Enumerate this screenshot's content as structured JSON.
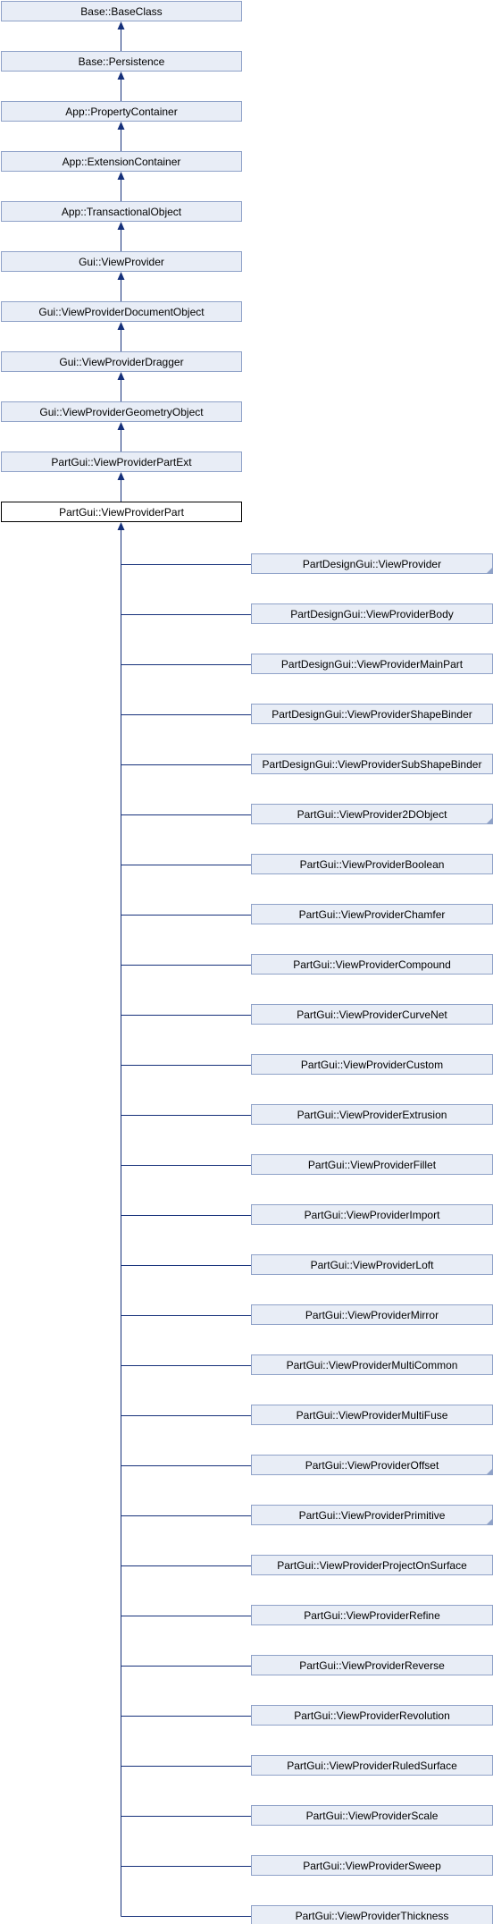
{
  "inheritance_chain": [
    {
      "label": "Base::BaseClass",
      "linked": true
    },
    {
      "label": "Base::Persistence",
      "linked": true
    },
    {
      "label": "App::PropertyContainer",
      "linked": true
    },
    {
      "label": "App::ExtensionContainer",
      "linked": true
    },
    {
      "label": "App::TransactionalObject",
      "linked": true
    },
    {
      "label": "Gui::ViewProvider",
      "linked": true
    },
    {
      "label": "Gui::ViewProviderDocumentObject",
      "linked": true
    },
    {
      "label": "Gui::ViewProviderDragger",
      "linked": true
    },
    {
      "label": "Gui::ViewProviderGeometryObject",
      "linked": true
    },
    {
      "label": "PartGui::ViewProviderPartExt",
      "linked": true
    }
  ],
  "current_class": {
    "label": "PartGui::ViewProviderPart"
  },
  "derived_classes": [
    {
      "label": "PartDesignGui::ViewProvider",
      "has_subclasses": true
    },
    {
      "label": "PartDesignGui::ViewProviderBody",
      "has_subclasses": false
    },
    {
      "label": "PartDesignGui::ViewProviderMainPart",
      "has_subclasses": false
    },
    {
      "label": "PartDesignGui::ViewProviderShapeBinder",
      "has_subclasses": false
    },
    {
      "label": "PartDesignGui::ViewProviderSubShapeBinder",
      "has_subclasses": false
    },
    {
      "label": "PartGui::ViewProvider2DObject",
      "has_subclasses": true
    },
    {
      "label": "PartGui::ViewProviderBoolean",
      "has_subclasses": false
    },
    {
      "label": "PartGui::ViewProviderChamfer",
      "has_subclasses": false
    },
    {
      "label": "PartGui::ViewProviderCompound",
      "has_subclasses": false
    },
    {
      "label": "PartGui::ViewProviderCurveNet",
      "has_subclasses": false
    },
    {
      "label": "PartGui::ViewProviderCustom",
      "has_subclasses": false
    },
    {
      "label": "PartGui::ViewProviderExtrusion",
      "has_subclasses": false
    },
    {
      "label": "PartGui::ViewProviderFillet",
      "has_subclasses": false
    },
    {
      "label": "PartGui::ViewProviderImport",
      "has_subclasses": false
    },
    {
      "label": "PartGui::ViewProviderLoft",
      "has_subclasses": false
    },
    {
      "label": "PartGui::ViewProviderMirror",
      "has_subclasses": false
    },
    {
      "label": "PartGui::ViewProviderMultiCommon",
      "has_subclasses": false
    },
    {
      "label": "PartGui::ViewProviderMultiFuse",
      "has_subclasses": false
    },
    {
      "label": "PartGui::ViewProviderOffset",
      "has_subclasses": true
    },
    {
      "label": "PartGui::ViewProviderPrimitive",
      "has_subclasses": true
    },
    {
      "label": "PartGui::ViewProviderProjectOnSurface",
      "has_subclasses": false
    },
    {
      "label": "PartGui::ViewProviderRefine",
      "has_subclasses": false
    },
    {
      "label": "PartGui::ViewProviderReverse",
      "has_subclasses": false
    },
    {
      "label": "PartGui::ViewProviderRevolution",
      "has_subclasses": false
    },
    {
      "label": "PartGui::ViewProviderRuledSurface",
      "has_subclasses": false
    },
    {
      "label": "PartGui::ViewProviderScale",
      "has_subclasses": false
    },
    {
      "label": "PartGui::ViewProviderSweep",
      "has_subclasses": false
    },
    {
      "label": "PartGui::ViewProviderThickness",
      "has_subclasses": false
    }
  ],
  "colors": {
    "node_fill": "#e8edf6",
    "node_border": "#8fa2c8",
    "current_fill": "#ffffff",
    "current_border": "#000000",
    "edge": "#15307a"
  }
}
